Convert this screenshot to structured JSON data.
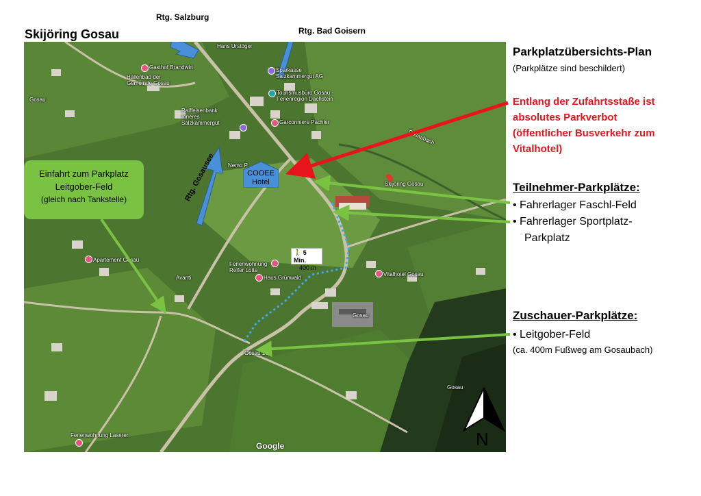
{
  "page_title": "Skijöring Gosau",
  "directions": {
    "salzburg": "Rtg. Salzburg",
    "bad_goisern": "Rtg. Bad Goisern",
    "gosausee": "Rtg. Gosausee"
  },
  "legend": {
    "plan_title": "Parkplatzübersichts-Plan",
    "plan_subtitle": "(Parkplätze sind beschildert)",
    "warning_lines": [
      "Entlang der Zufahrtsstaße ist",
      "absolutes Parkverbot",
      "(öffentlicher Busverkehr zum",
      "Vitalhotel)"
    ],
    "participants_header": "Teilnehmer-Parkplätze:",
    "participants_items": [
      "Fahrerlager Faschl-Feld",
      "Fahrerlager Sportplatz-",
      "Parkplatz"
    ],
    "spectators_header": "Zuschauer-Parkplätze:",
    "spectators_item": "Leitgober-Feld",
    "spectators_note": "(ca. 400m Fußweg am Gosaubach)"
  },
  "callout": {
    "line1": "Einfahrt zum Parkplatz",
    "line2": "Leitgober-Feld",
    "line3": "(gleich nach Tankstelle)"
  },
  "cooee": {
    "line1": "COOEE",
    "line2": "Hotel"
  },
  "walk_badge": {
    "time": "5 Min.",
    "distance": "400 m"
  },
  "compass_label": "N",
  "map_attribution": "Google",
  "map_labels": {
    "hans_urstoeger": "Hans Urstöger",
    "gasthof_brandwirt": "Gasthof Brandwirt",
    "hallenbad": "Hallenbad der Gemeinde Gosau",
    "sparkasse": "Sparkasse Salzkammergut AG",
    "tourismusbuero": "Tourismusbüro Gosau - Ferienregion Dachstein",
    "raiffeisenbank": "Raiffeisenbank Inneres Salzkammergut",
    "garconniere": "Garconniere Pachler",
    "nemo": "Nemo P",
    "skijoering": "Skijöring Gosau",
    "apartement": "Apartement Gosau",
    "ferienwohnung_reifer": "Ferienwohnung Reifer Lotte",
    "haus_gruenwald": "Haus Grünwald",
    "avanti": "Avanti",
    "vitalhotel": "Vitalhotel Gosau",
    "gosau_101": "Gosau 101",
    "ferienwohnung_laserer": "Ferienwohnung Laserer",
    "gosau_road1": "Gosau",
    "gosau_road2": "Gosau",
    "gosau_road3": "Gosau",
    "gosaubach": "Gosaubach"
  },
  "colors": {
    "warning_red": "#e8141c",
    "arrow_red": "#e8141c",
    "arrow_green": "#79c242",
    "direction_blue": "#4a90d9",
    "footpath_blue": "#3fa9f5"
  }
}
